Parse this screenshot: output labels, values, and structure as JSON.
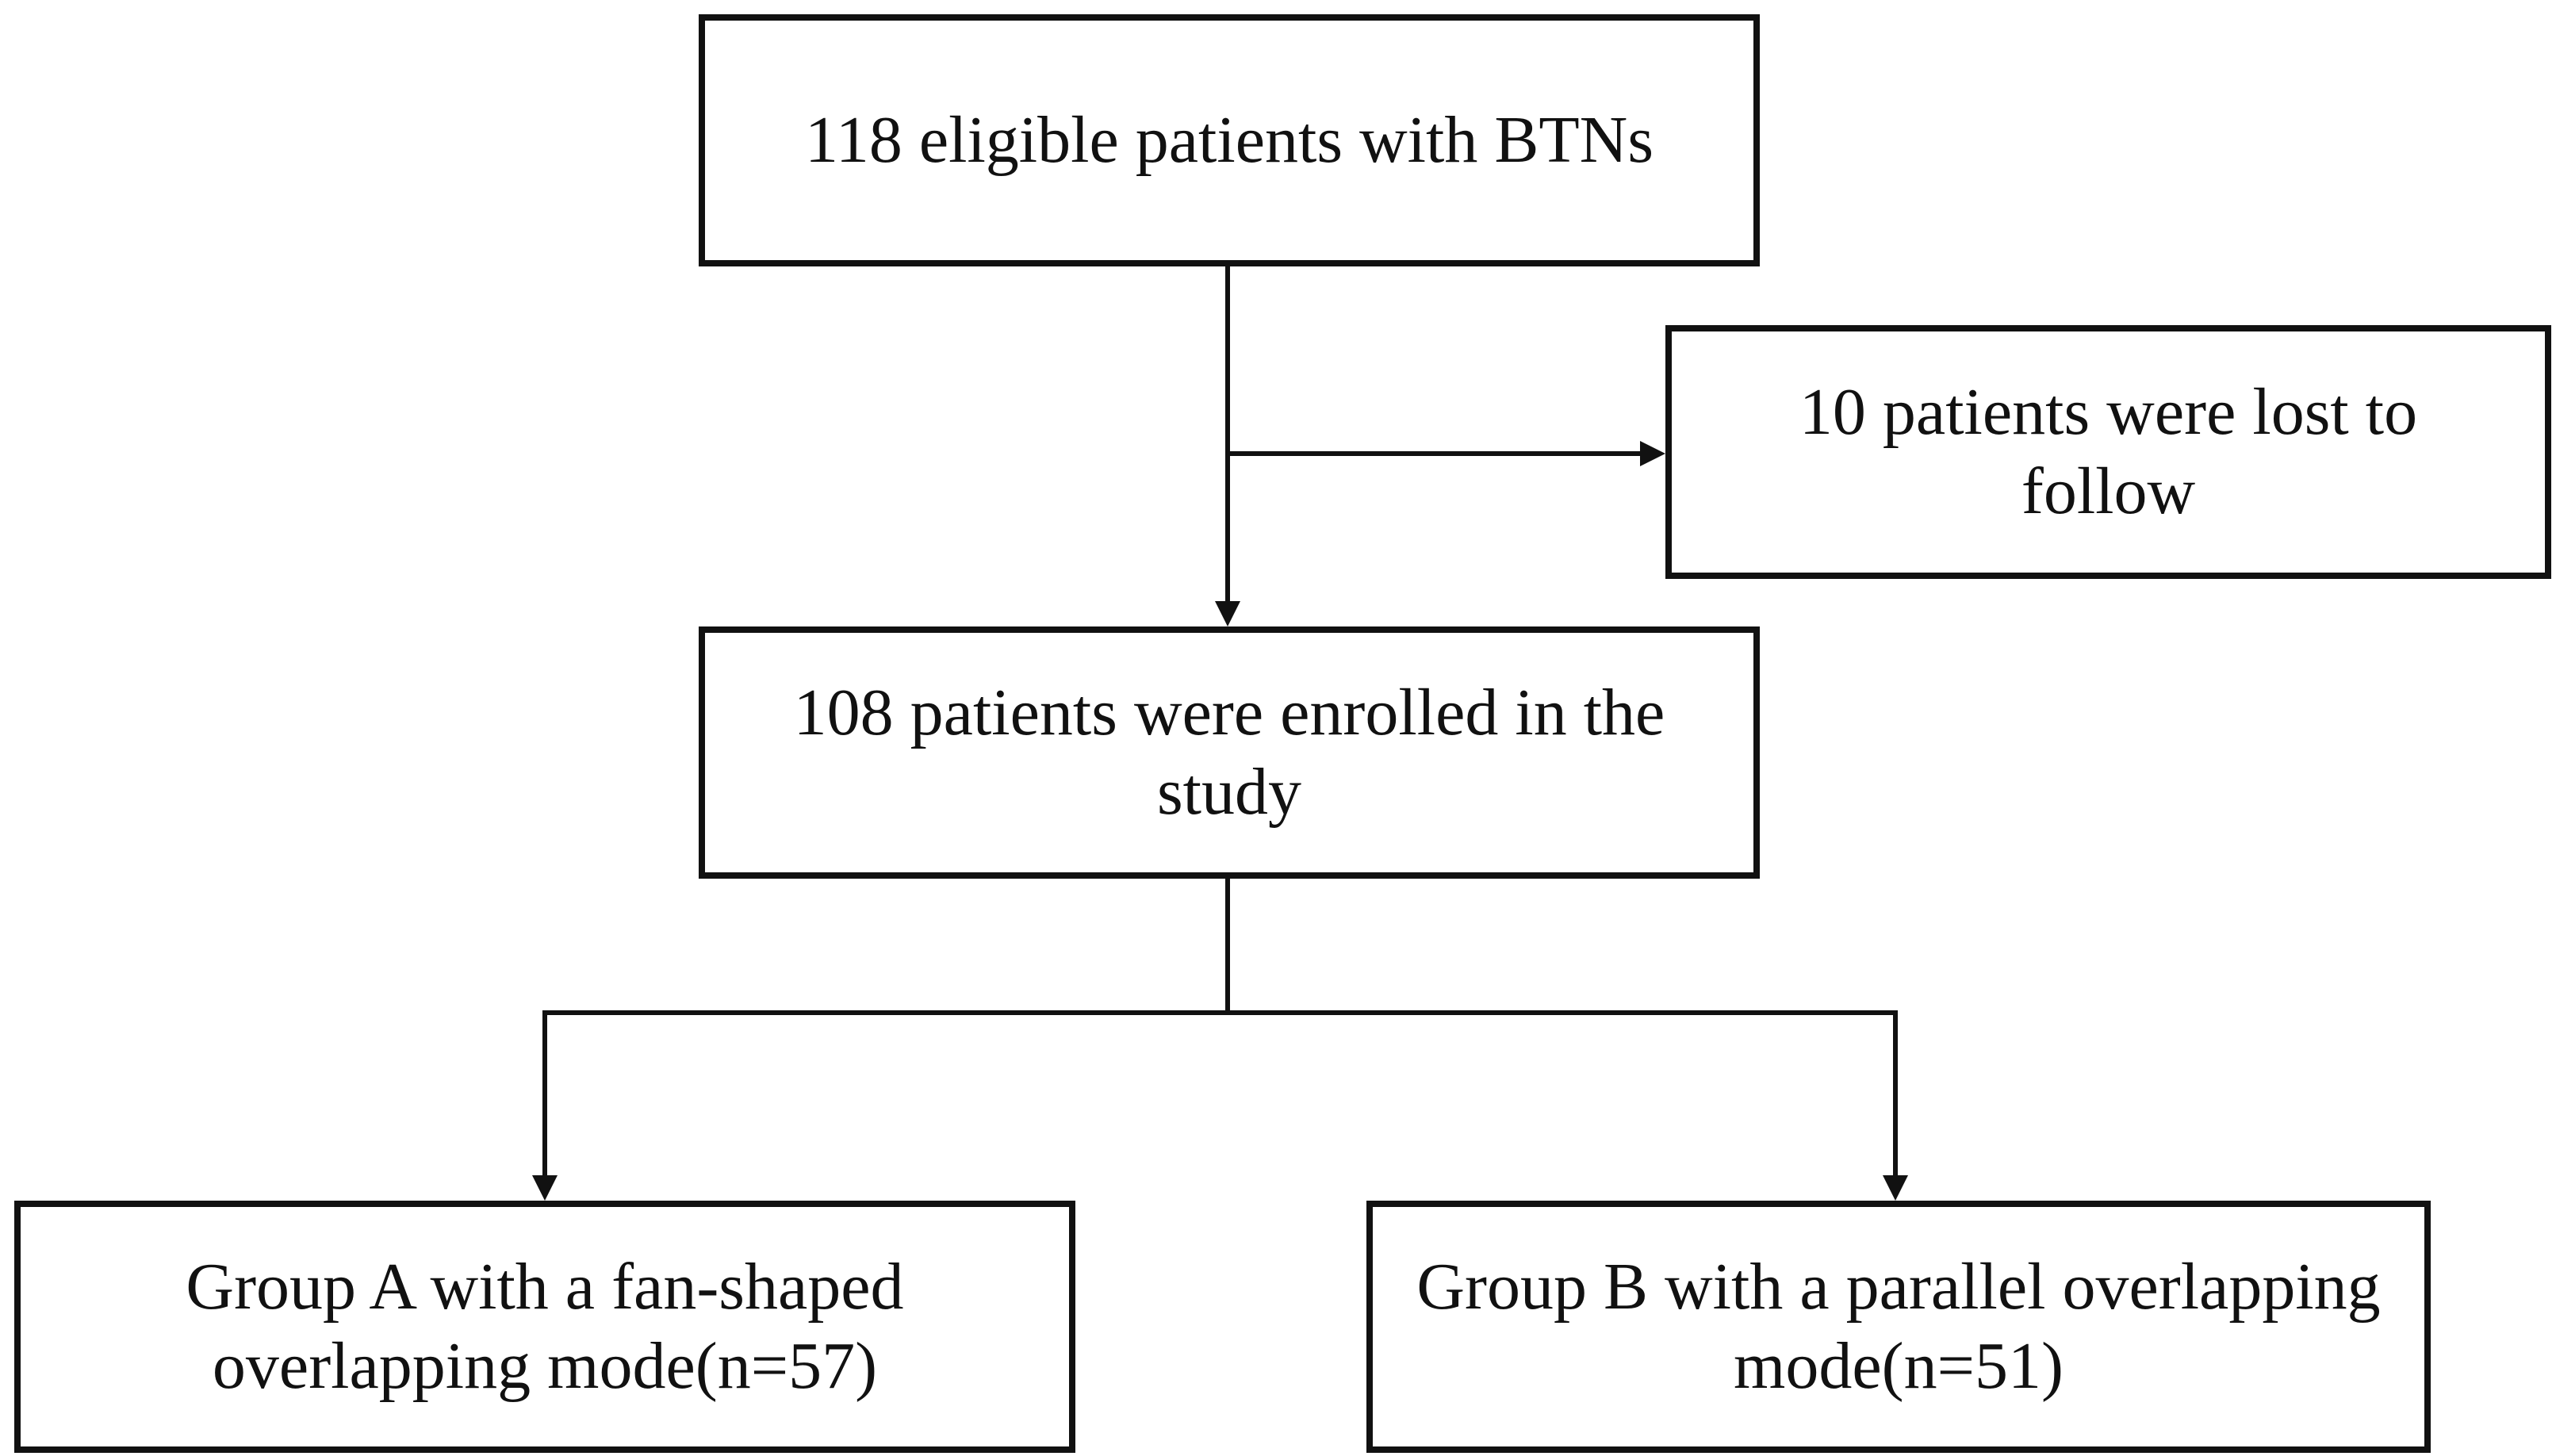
{
  "flowchart": {
    "boxes": {
      "eligible": "118 eligible patients with BTNs",
      "lost": "10 patients were lost to\nfollow",
      "enrolled": "108 patients were enrolled in the\nstudy",
      "group_a": "Group A with a fan-shaped\noverlapping mode(n=57)",
      "group_b": "Group B with a parallel overlapping\nmode(n=51)"
    },
    "colors": {
      "stroke": "#111111",
      "background": "#ffffff"
    }
  }
}
